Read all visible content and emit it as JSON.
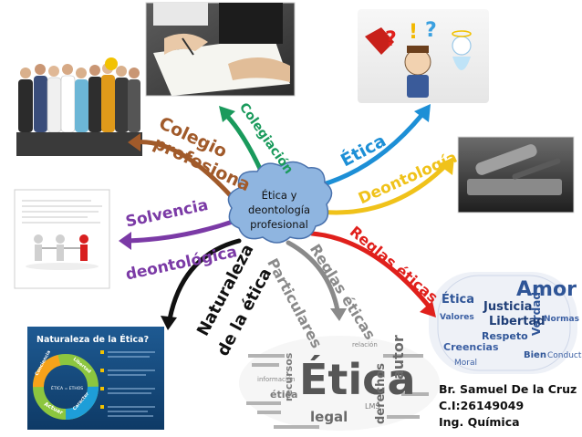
{
  "center": {
    "lines": [
      "Ética y",
      "deontología",
      "profesional"
    ]
  },
  "branches": {
    "colegio": {
      "line1": "Colegio",
      "line2": "profesiona",
      "color": "#a15a2a"
    },
    "colegiacion": {
      "label": "Colegiación",
      "color": "#1a9a5c"
    },
    "etica": {
      "label": "Ética",
      "color": "#1d8fd6"
    },
    "deontologia": {
      "label": "Deontología",
      "color": "#f0c21a"
    },
    "solvencia": {
      "line1": "Solvencia",
      "line2": "deontológica",
      "color": "#7b3aa6"
    },
    "reglas_eticas": {
      "label": "Reglas éticas",
      "color": "#e0201c"
    },
    "naturaleza": {
      "line1": "Naturaleza",
      "line2": "de la ética",
      "color": "#111111"
    },
    "particulares": {
      "label": "Particulares",
      "color": "#8a8a8a"
    },
    "reglas_eticas_gris": {
      "label": "Reglas éticas",
      "color": "#8a8a8a"
    }
  },
  "author": {
    "name": "Br. Samuel De la Cruz",
    "id": "C.I:26149049",
    "career": "Ing. Química"
  },
  "slide": {
    "title": "Naturaleza de la Ética?",
    "side_tags": [
      "Conciencia",
      "Libertad",
      "Actuar",
      "Caracter"
    ],
    "center_tag": "ÉTICA = ETHOS"
  },
  "wordcloud_left": {
    "main": "Ética",
    "words": [
      "autor",
      "derechos",
      "legal",
      "recursos",
      "ética",
      "LMS",
      "relación",
      "información"
    ]
  },
  "wordcloud_right": {
    "words": [
      "Amor",
      "Ética",
      "Justicia",
      "Verdad",
      "Valores",
      "Libertad",
      "Normas",
      "Respeto",
      "Creencias",
      "Bien",
      "Conducta",
      "Moral"
    ]
  },
  "colors": {
    "cloud_fill": "#8fb5e0",
    "cloud_stroke": "#4a72ad"
  }
}
